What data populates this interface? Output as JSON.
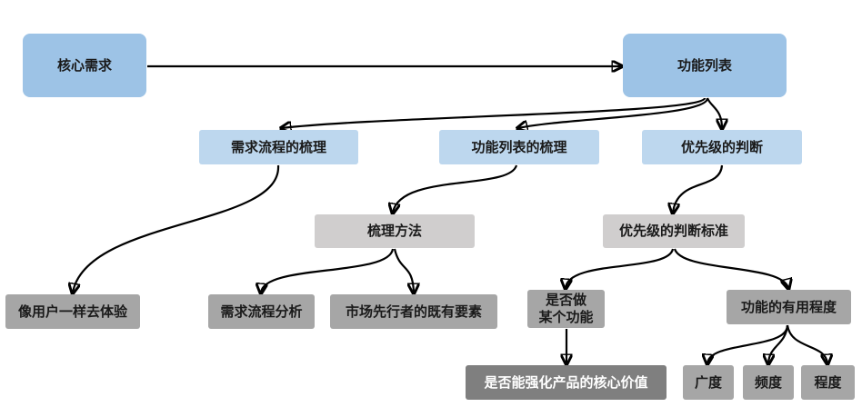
{
  "nodes": {
    "root": "核心需求",
    "func_list": "功能列表",
    "flow_sort": "需求流程的梳理",
    "list_sort": "功能列表的梳理",
    "priority": "优先级的判断",
    "method": "梳理方法",
    "criteria": "优先级的判断标准",
    "like_user": "像用户一样去体验",
    "flow_analysis": "需求流程分析",
    "market": "市场先行者的既有要素",
    "whether": "是否做\n某个功能",
    "usefulness": "功能的有用程度",
    "core_value": "是否能强化产品的核心价值",
    "breadth": "广度",
    "frequency": "频度",
    "degree": "程度"
  },
  "colors": {
    "primary_blue": "#9dc3e6",
    "light_blue": "#bdd7ee",
    "light_gray": "#d0cece",
    "mid_gray": "#a6a6a6",
    "dark_gray": "#7f7f7f",
    "arrow": "#000000"
  }
}
